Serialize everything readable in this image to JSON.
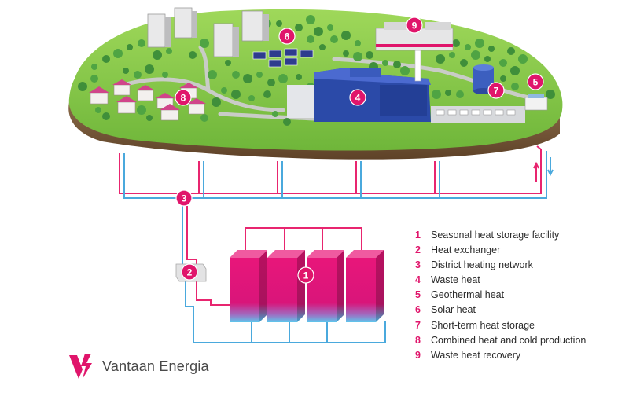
{
  "markers": [
    {
      "id": "1",
      "text": "1"
    },
    {
      "id": "2",
      "text": "2"
    },
    {
      "id": "3",
      "text": "3"
    },
    {
      "id": "4",
      "text": "4"
    },
    {
      "id": "5",
      "text": "5"
    },
    {
      "id": "6",
      "text": "6"
    },
    {
      "id": "7",
      "text": "7"
    },
    {
      "id": "8",
      "text": "8"
    },
    {
      "id": "9",
      "text": "9"
    }
  ],
  "legend": [
    {
      "num": "1",
      "text": "Seasonal heat storage facility"
    },
    {
      "num": "2",
      "text": "Heat exchanger"
    },
    {
      "num": "3",
      "text": "District heating network"
    },
    {
      "num": "4",
      "text": "Waste heat"
    },
    {
      "num": "5",
      "text": "Geothermal heat"
    },
    {
      "num": "6",
      "text": "Solar heat"
    },
    {
      "num": "7",
      "text": "Short-term heat storage"
    },
    {
      "num": "8",
      "text": "Combined heat and cold production"
    },
    {
      "num": "9",
      "text": "Waste heat recovery"
    }
  ],
  "brand": {
    "name": "Vantaan Energia"
  },
  "colors": {
    "accent": "#e0156b",
    "hot_pipe": "#e8256f",
    "cold_pipe": "#4aa9dd",
    "grass": "#7cc242",
    "soil": "#7a5a3c",
    "building_blue": "#2b4aa8"
  }
}
